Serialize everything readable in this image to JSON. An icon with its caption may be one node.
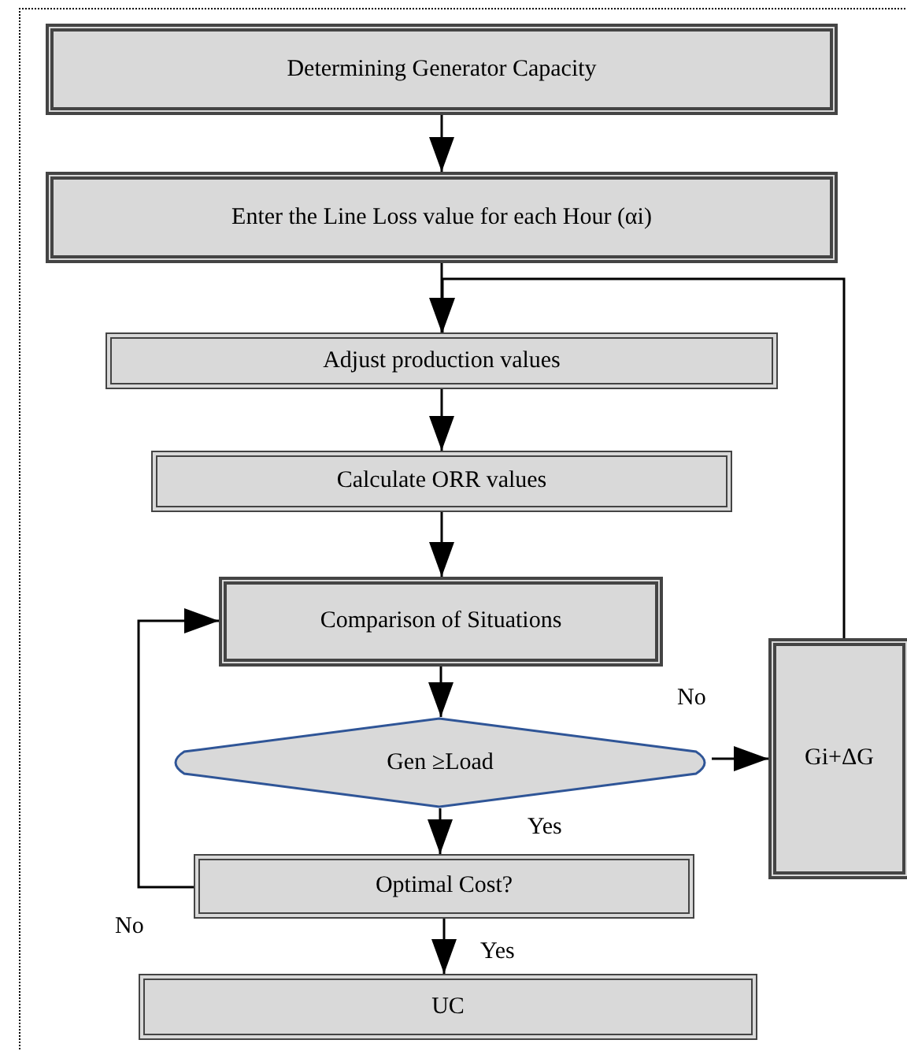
{
  "diagram": {
    "nodes": [
      {
        "text": [
          "Determining Generator Capacity"
        ]
      },
      {
        "text": [
          "Enter the Line Loss value for each Hour (αi)"
        ]
      },
      {
        "text": [
          "Adjust production values"
        ]
      },
      {
        "text": [
          "Calculate ORR values"
        ]
      },
      {
        "text": [
          "Comparison of Situations"
        ]
      },
      {
        "text": [
          "Gen ≥Load"
        ]
      },
      {
        "text": [
          "Optimal Cost?"
        ]
      },
      {
        "text": [
          "UC"
        ]
      },
      {
        "text": [
          "Gi+ΔG"
        ]
      }
    ],
    "edges": [
      {
        "from": 0,
        "to": 1,
        "arrow": "to"
      },
      {
        "from": 1,
        "to": 2,
        "arrow": "to"
      },
      {
        "from": 2,
        "to": 3,
        "arrow": "to"
      },
      {
        "from": 3,
        "to": 4,
        "arrow": "to"
      },
      {
        "from": 4,
        "to": 5,
        "arrow": "to"
      },
      {
        "from": 5,
        "to": 8,
        "arrow": "to",
        "label": "No"
      },
      {
        "from": 5,
        "to": 6,
        "arrow": "to",
        "label": "Yes"
      },
      {
        "from": 6,
        "to": 4,
        "arrow": "to",
        "label": "No"
      },
      {
        "from": 6,
        "to": 7,
        "arrow": "to",
        "label": "Yes"
      },
      {
        "from": 8,
        "to": 2,
        "arrow": "to"
      }
    ]
  }
}
